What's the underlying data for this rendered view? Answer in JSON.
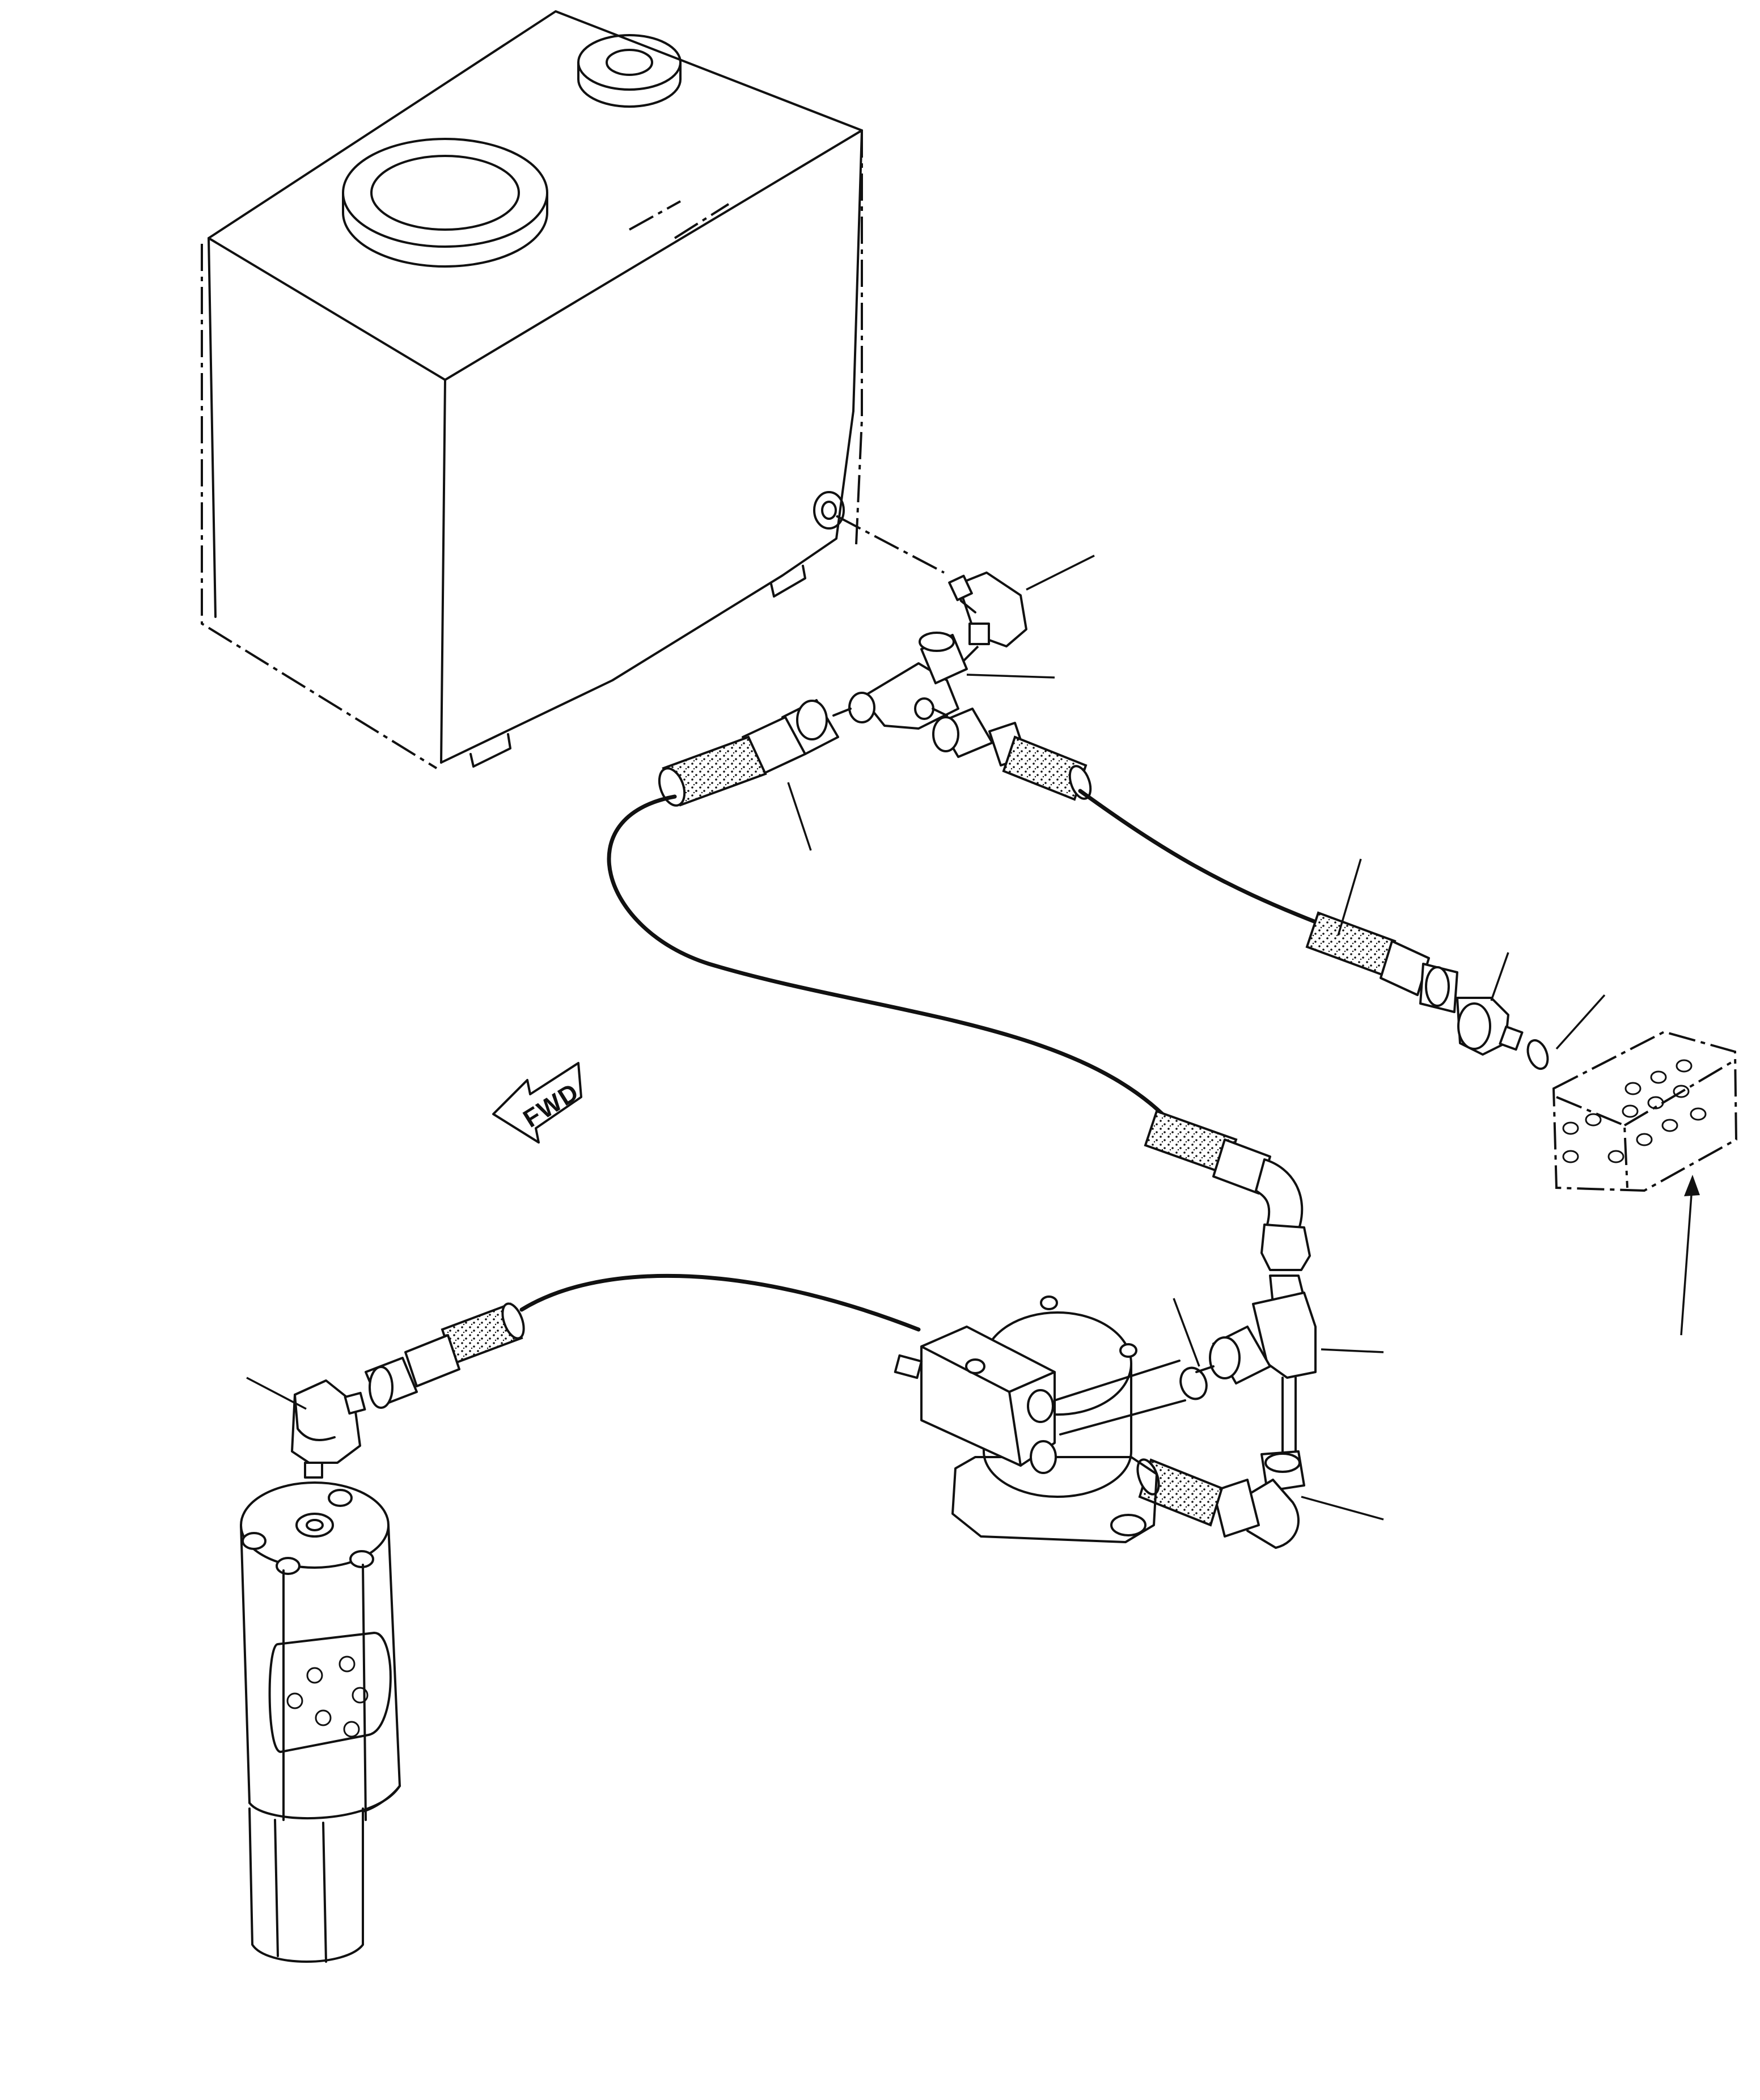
{
  "diagram": {
    "direction_arrow": {
      "label": "FWD"
    },
    "colors": {
      "ink": "#111111",
      "paper": "#ffffff"
    },
    "components": [
      "hydraulic-tank",
      "elbow-fitting",
      "tee-fitting",
      "hose",
      "connector",
      "o-ring",
      "control-valve-block",
      "filter-valve",
      "steering-valve"
    ]
  }
}
